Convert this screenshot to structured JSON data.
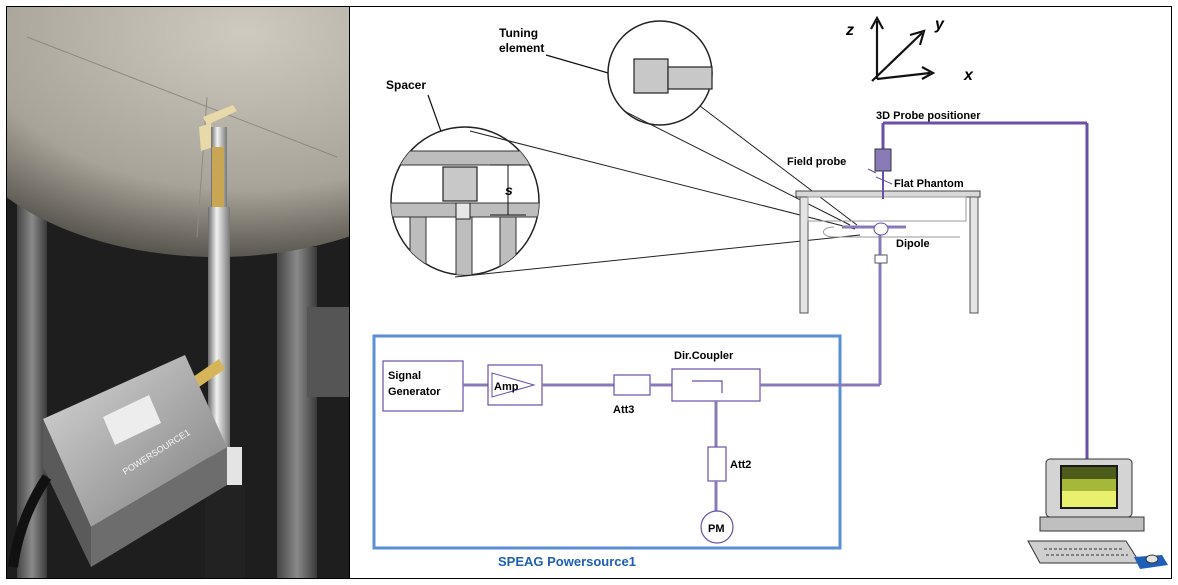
{
  "header_text": "",
  "photo": {
    "device_label": "POWERSOURCE1"
  },
  "diagram": {
    "axes": {
      "z": "z",
      "y": "y",
      "x": "x"
    },
    "labels": {
      "tuning_element": [
        "Tuning",
        "element"
      ],
      "spacer": "Spacer",
      "spacing": "s",
      "probe_positioner": "3D Probe positioner",
      "field_probe": "Field probe",
      "flat_phantom": "Flat Phantom",
      "dipole": "Dipole",
      "signal_generator": [
        "Signal",
        "Generator"
      ],
      "amp": "Amp",
      "dir_coupler": "Dir.Coupler",
      "att3": "Att3",
      "att2": "Att2",
      "pm": "PM"
    },
    "caption": "SPEAG Powersource1"
  },
  "colors": {
    "cable": "#6a4fa8",
    "cable_light": "#9a86c8",
    "box_border": "#5b8fd6",
    "caption": "#1f5fb8",
    "outline": "#8a7ab8"
  }
}
